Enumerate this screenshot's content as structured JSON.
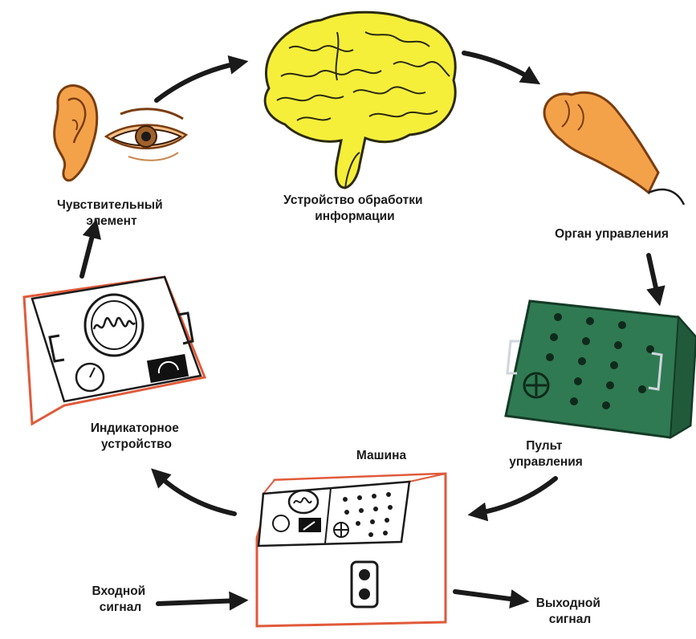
{
  "labels": {
    "sensor": {
      "line1": "Чувствительный",
      "line2": "элемент"
    },
    "processor": {
      "line1": "Устройство обработки",
      "line2": "информации"
    },
    "control_organ": "Орган управления",
    "control_panel": {
      "line1": "Пульт",
      "line2": "управления"
    },
    "machine": "Машина",
    "indicator": {
      "line1": "Индикаторное",
      "line2": "устройство"
    },
    "input": {
      "line1": "Входной",
      "line2": "сигнал"
    },
    "output": {
      "line1": "Выходной",
      "line2": "сигнал"
    }
  },
  "icons": [
    "ear-icon",
    "eye-icon",
    "brain-icon",
    "hand-icon",
    "control-panel-icon",
    "machine-icon",
    "indicator-device-icon"
  ],
  "colors": {
    "brain": "#f5ef3a",
    "skin": "#f4a24a",
    "panel_green": "#2f7a52",
    "frame_red": "#e05a3a",
    "arrow": "#1a1a1a"
  }
}
